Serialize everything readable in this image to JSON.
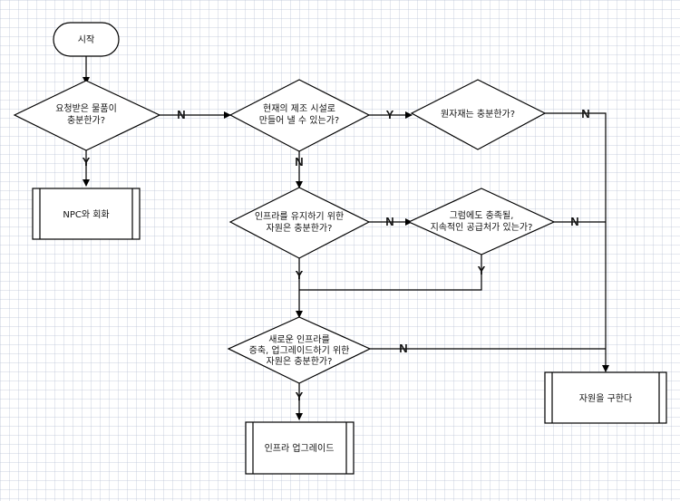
{
  "nodes": {
    "start": "시작",
    "d_quest": [
      "요청받은 물품이",
      "충분한가?"
    ],
    "npc": "NPC와 회화",
    "d_make": [
      "현재의 제조 시설로",
      "만들어 낼 수 있는가?"
    ],
    "d_raw": "원자재는 충분한가?",
    "d_maintain": [
      "인프라를 유지하기 위한",
      "자원은 충분한가?"
    ],
    "d_supplier": [
      "그럼에도 충족될,",
      "지속적인 공급처가 있는가?"
    ],
    "d_upgrade": [
      "새로운 인프라를",
      "증축, 업그레이드하기 위한",
      "자원은 충분한가?"
    ],
    "upgrade": "인프라 업그레이드",
    "gather": "자원을 구한다"
  },
  "labels": {
    "yes": "Y",
    "no": "N"
  },
  "colors": {
    "line": "#000000",
    "fill": "#ffffff"
  }
}
